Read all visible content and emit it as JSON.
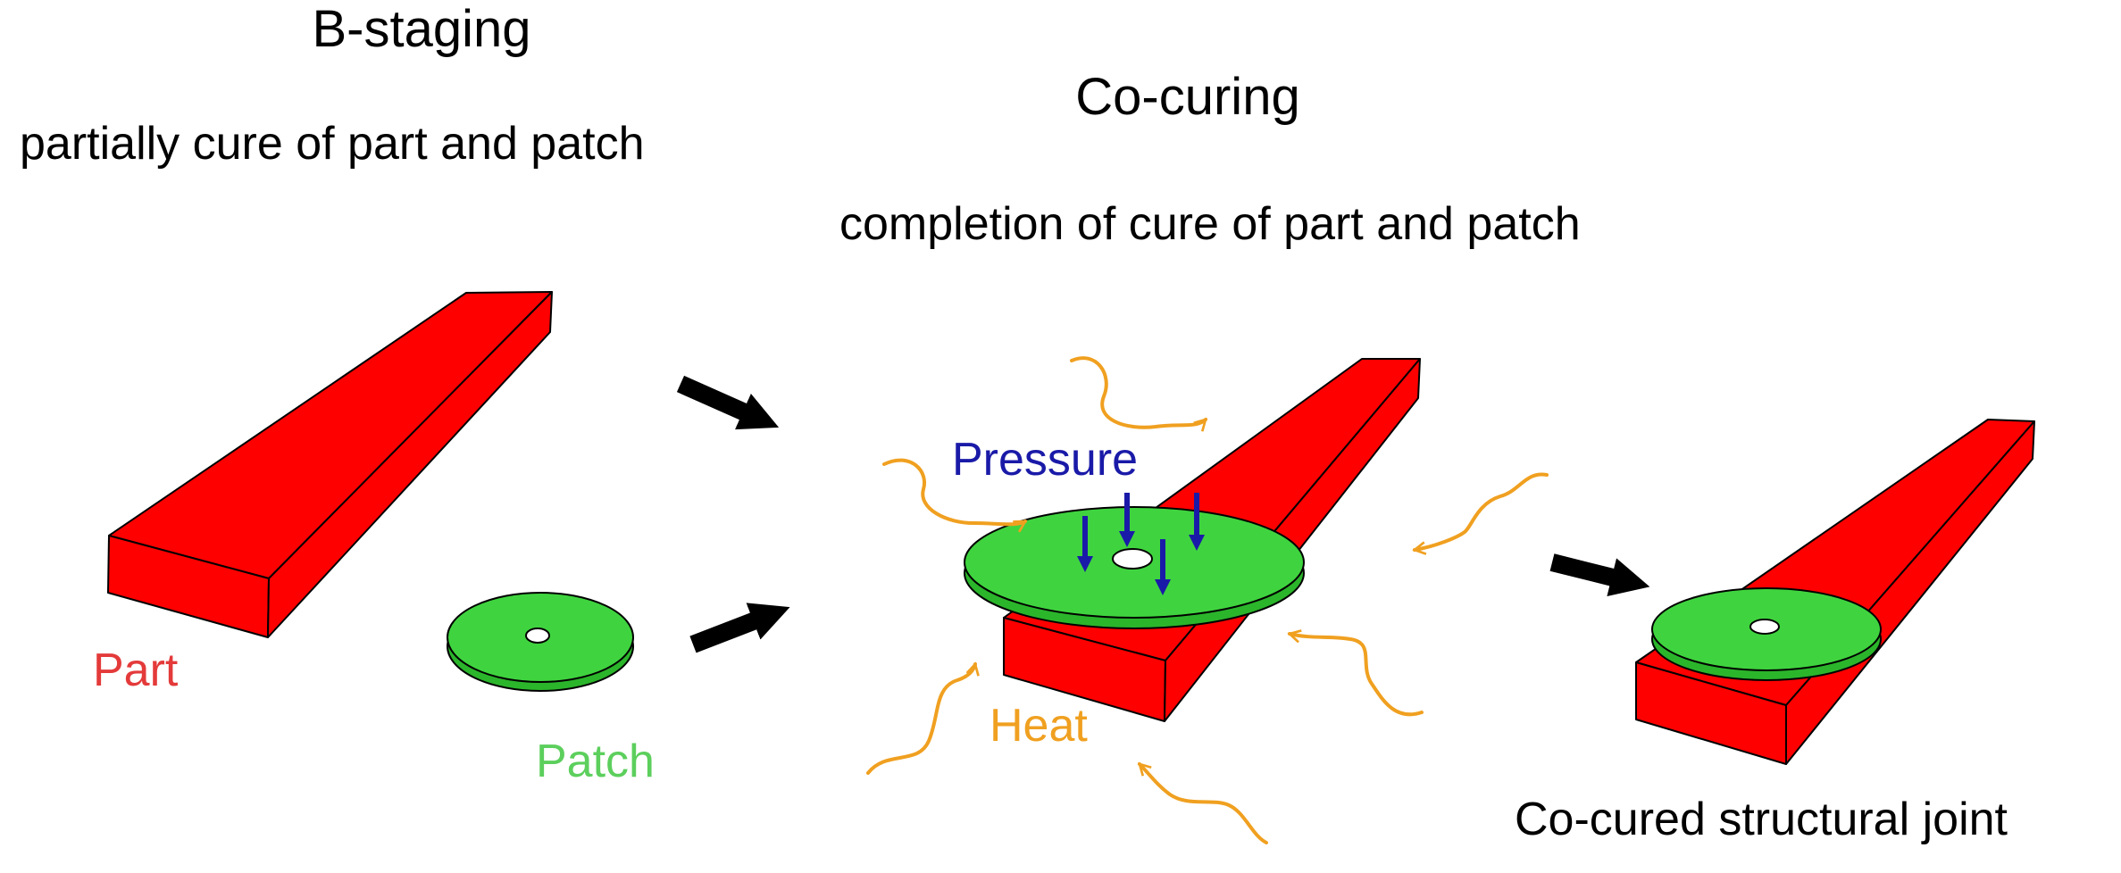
{
  "stages": {
    "b_staging": {
      "title": "B-staging",
      "subtitle": "partially cure of part and patch"
    },
    "co_curing": {
      "title": "Co-curing",
      "subtitle": "completion of cure of part and patch"
    }
  },
  "labels": {
    "part": "Part",
    "patch": "Patch",
    "pressure": "Pressure",
    "heat": "Heat",
    "result": "Co-cured structural joint"
  },
  "colors": {
    "part": "#ff0000",
    "patch": "#33cc33",
    "pressure": "#1a1aa8",
    "heat": "#f0a020",
    "arrow": "#000000",
    "text": "#000000"
  }
}
